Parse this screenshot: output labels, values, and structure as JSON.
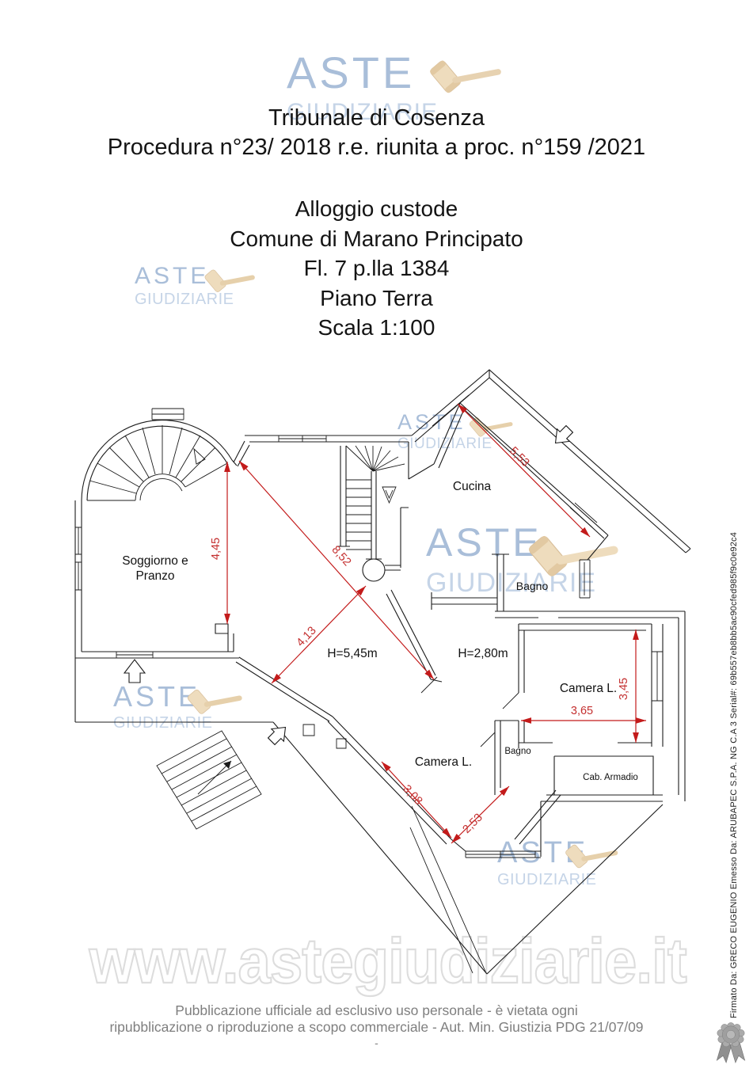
{
  "header": {
    "court_line": "Tribunale di Cosenza",
    "procedure_line": "Procedura n°23/ 2018 r.e. riunita a proc. n°159 /2021",
    "subtitle": [
      "Alloggio custode",
      "Comune di Marano Principato",
      "Fl. 7  p.lla 1384",
      "Piano Terra",
      "Scala 1:100"
    ]
  },
  "watermarks": {
    "brand_word1": "ASTE",
    "brand_word2": "GIUDIZIARIE",
    "site_url": "www.astegiudiziarie.it"
  },
  "plan": {
    "room_labels": {
      "soggiorno_line1": "Soggiorno e",
      "soggiorno_line2": "Pranzo",
      "cucina": "Cucina",
      "bagno_top": "Bagno",
      "camera_right": "Camera L.",
      "bagno_small": "Bagno",
      "cab_armadio": "Cab. Armadio",
      "camera_bottom": "Camera L."
    },
    "heights": {
      "living_zone": "H=5,45m",
      "night_zone": "H=2,80m"
    },
    "dimensions_m": {
      "cucina_wall": "5,53",
      "soggiorno_wall": "4,45",
      "diagonal_long": "8,52",
      "diagonal_short": "4,13",
      "camera_right_width": "3,65",
      "camera_right_depth": "3,45",
      "camera_bottom_wall_a": "3,08",
      "camera_bottom_wall_b": "2,53"
    }
  },
  "signature": {
    "text": "Firmato Da: GRECO EUGENIO Emesso Da: ARUBAPEC S.P.A. NG C.A 3 Serial#: 69b557eb8bb5ac90cfed985f9c0e92c4"
  },
  "footer": {
    "line1": "Pubblicazione ufficiale ad esclusivo uso personale - è vietata ogni",
    "line2": "ripubblicazione o riproduzione a scopo commerciale - Aut. Min. Giustizia PDG 21/07/09",
    "line3": "-"
  },
  "colors": {
    "dimension_red": "#c31b1b",
    "watermark_blue": "#a9bed9",
    "watermark_blue_light": "#c5d4e7",
    "gavel_tan": "#eedcbd",
    "footer_gray": "#7f7f7f"
  }
}
